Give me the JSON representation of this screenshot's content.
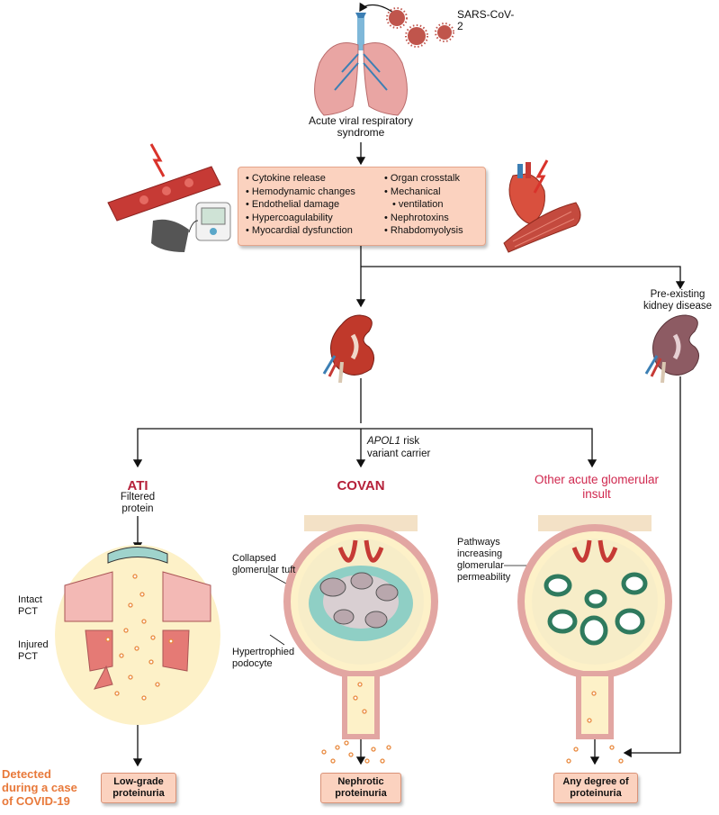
{
  "virus_label": "SARS-CoV-2",
  "respiratory_label": "Acute viral respiratory syndrome",
  "causes_left": [
    "Cytokine release",
    "Hemodynamic changes",
    "Endothelial damage",
    "Hypercoagulability",
    "Myocardial dysfunction"
  ],
  "causes_right": [
    "Organ crosstalk",
    "Mechanical",
    "ventilation",
    "Nephrotoxins",
    "Rhabdomyolysis"
  ],
  "preexisting_label": "Pre-existing kidney disease",
  "apol1_italic": "APOL1",
  "apol1_rest": " risk",
  "apol1_line2": "variant carrier",
  "ati_title": "ATI",
  "covan_title": "COVAN",
  "other_title": "Other acute glomerular insult",
  "filtered_protein": "Filtered protein",
  "intact_pct": "Intact PCT",
  "injured_pct": "Injured PCT",
  "collapsed_tuft": "Collapsed glomerular tuft",
  "hypertrophied": "Hypertrophied podocyte",
  "pathways": "Pathways increasing glomerular permeability",
  "detected": "Detected during a case of COVID-19",
  "out_low": "Low-grade proteinuria",
  "out_nephrotic": "Nephrotic proteinuria",
  "out_any": "Any degree of proteinuria",
  "colors": {
    "box_fill": "#fbd2bf",
    "title_red": "#b5213a",
    "title_pink": "#d0284f",
    "orange": "#e8793a",
    "kidney": "#c0392b",
    "protein": "#f0a05a"
  }
}
